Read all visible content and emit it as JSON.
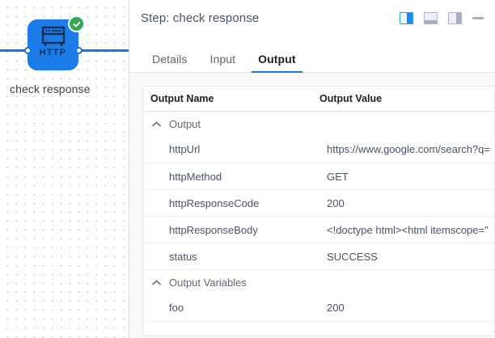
{
  "canvas": {
    "node": {
      "icon_name": "http-node-icon",
      "icon_label": "HTTP",
      "label": "check response",
      "status": "success",
      "color": "#1b7ce8",
      "status_color": "#34a853"
    }
  },
  "panel": {
    "header": {
      "title": "Step: check response",
      "actions": [
        {
          "name": "layout-split-right-button",
          "selected": true
        },
        {
          "name": "layout-dock-bottom-button",
          "selected": false
        },
        {
          "name": "layout-dock-right-button",
          "selected": false
        },
        {
          "name": "minimize-button",
          "selected": false
        }
      ]
    },
    "tabs": [
      {
        "label": "Details",
        "active": false
      },
      {
        "label": "Input",
        "active": false
      },
      {
        "label": "Output",
        "active": true
      }
    ],
    "table": {
      "columns": [
        "Output Name",
        "Output Value"
      ],
      "groups": [
        {
          "label": "Output",
          "expanded": true,
          "rows": [
            {
              "name": "httpUrl",
              "value": "https://www.google.com/search?q="
            },
            {
              "name": "httpMethod",
              "value": "GET"
            },
            {
              "name": "httpResponseCode",
              "value": "200"
            },
            {
              "name": "httpResponseBody",
              "value": "<!doctype html><html itemscope=\""
            },
            {
              "name": "status",
              "value": "SUCCESS"
            }
          ]
        },
        {
          "label": "Output Variables",
          "expanded": true,
          "rows": [
            {
              "name": "foo",
              "value": "200"
            }
          ]
        }
      ]
    }
  },
  "colors": {
    "accent": "#1a73e8",
    "success": "#34a853",
    "text": "#4b5368"
  }
}
